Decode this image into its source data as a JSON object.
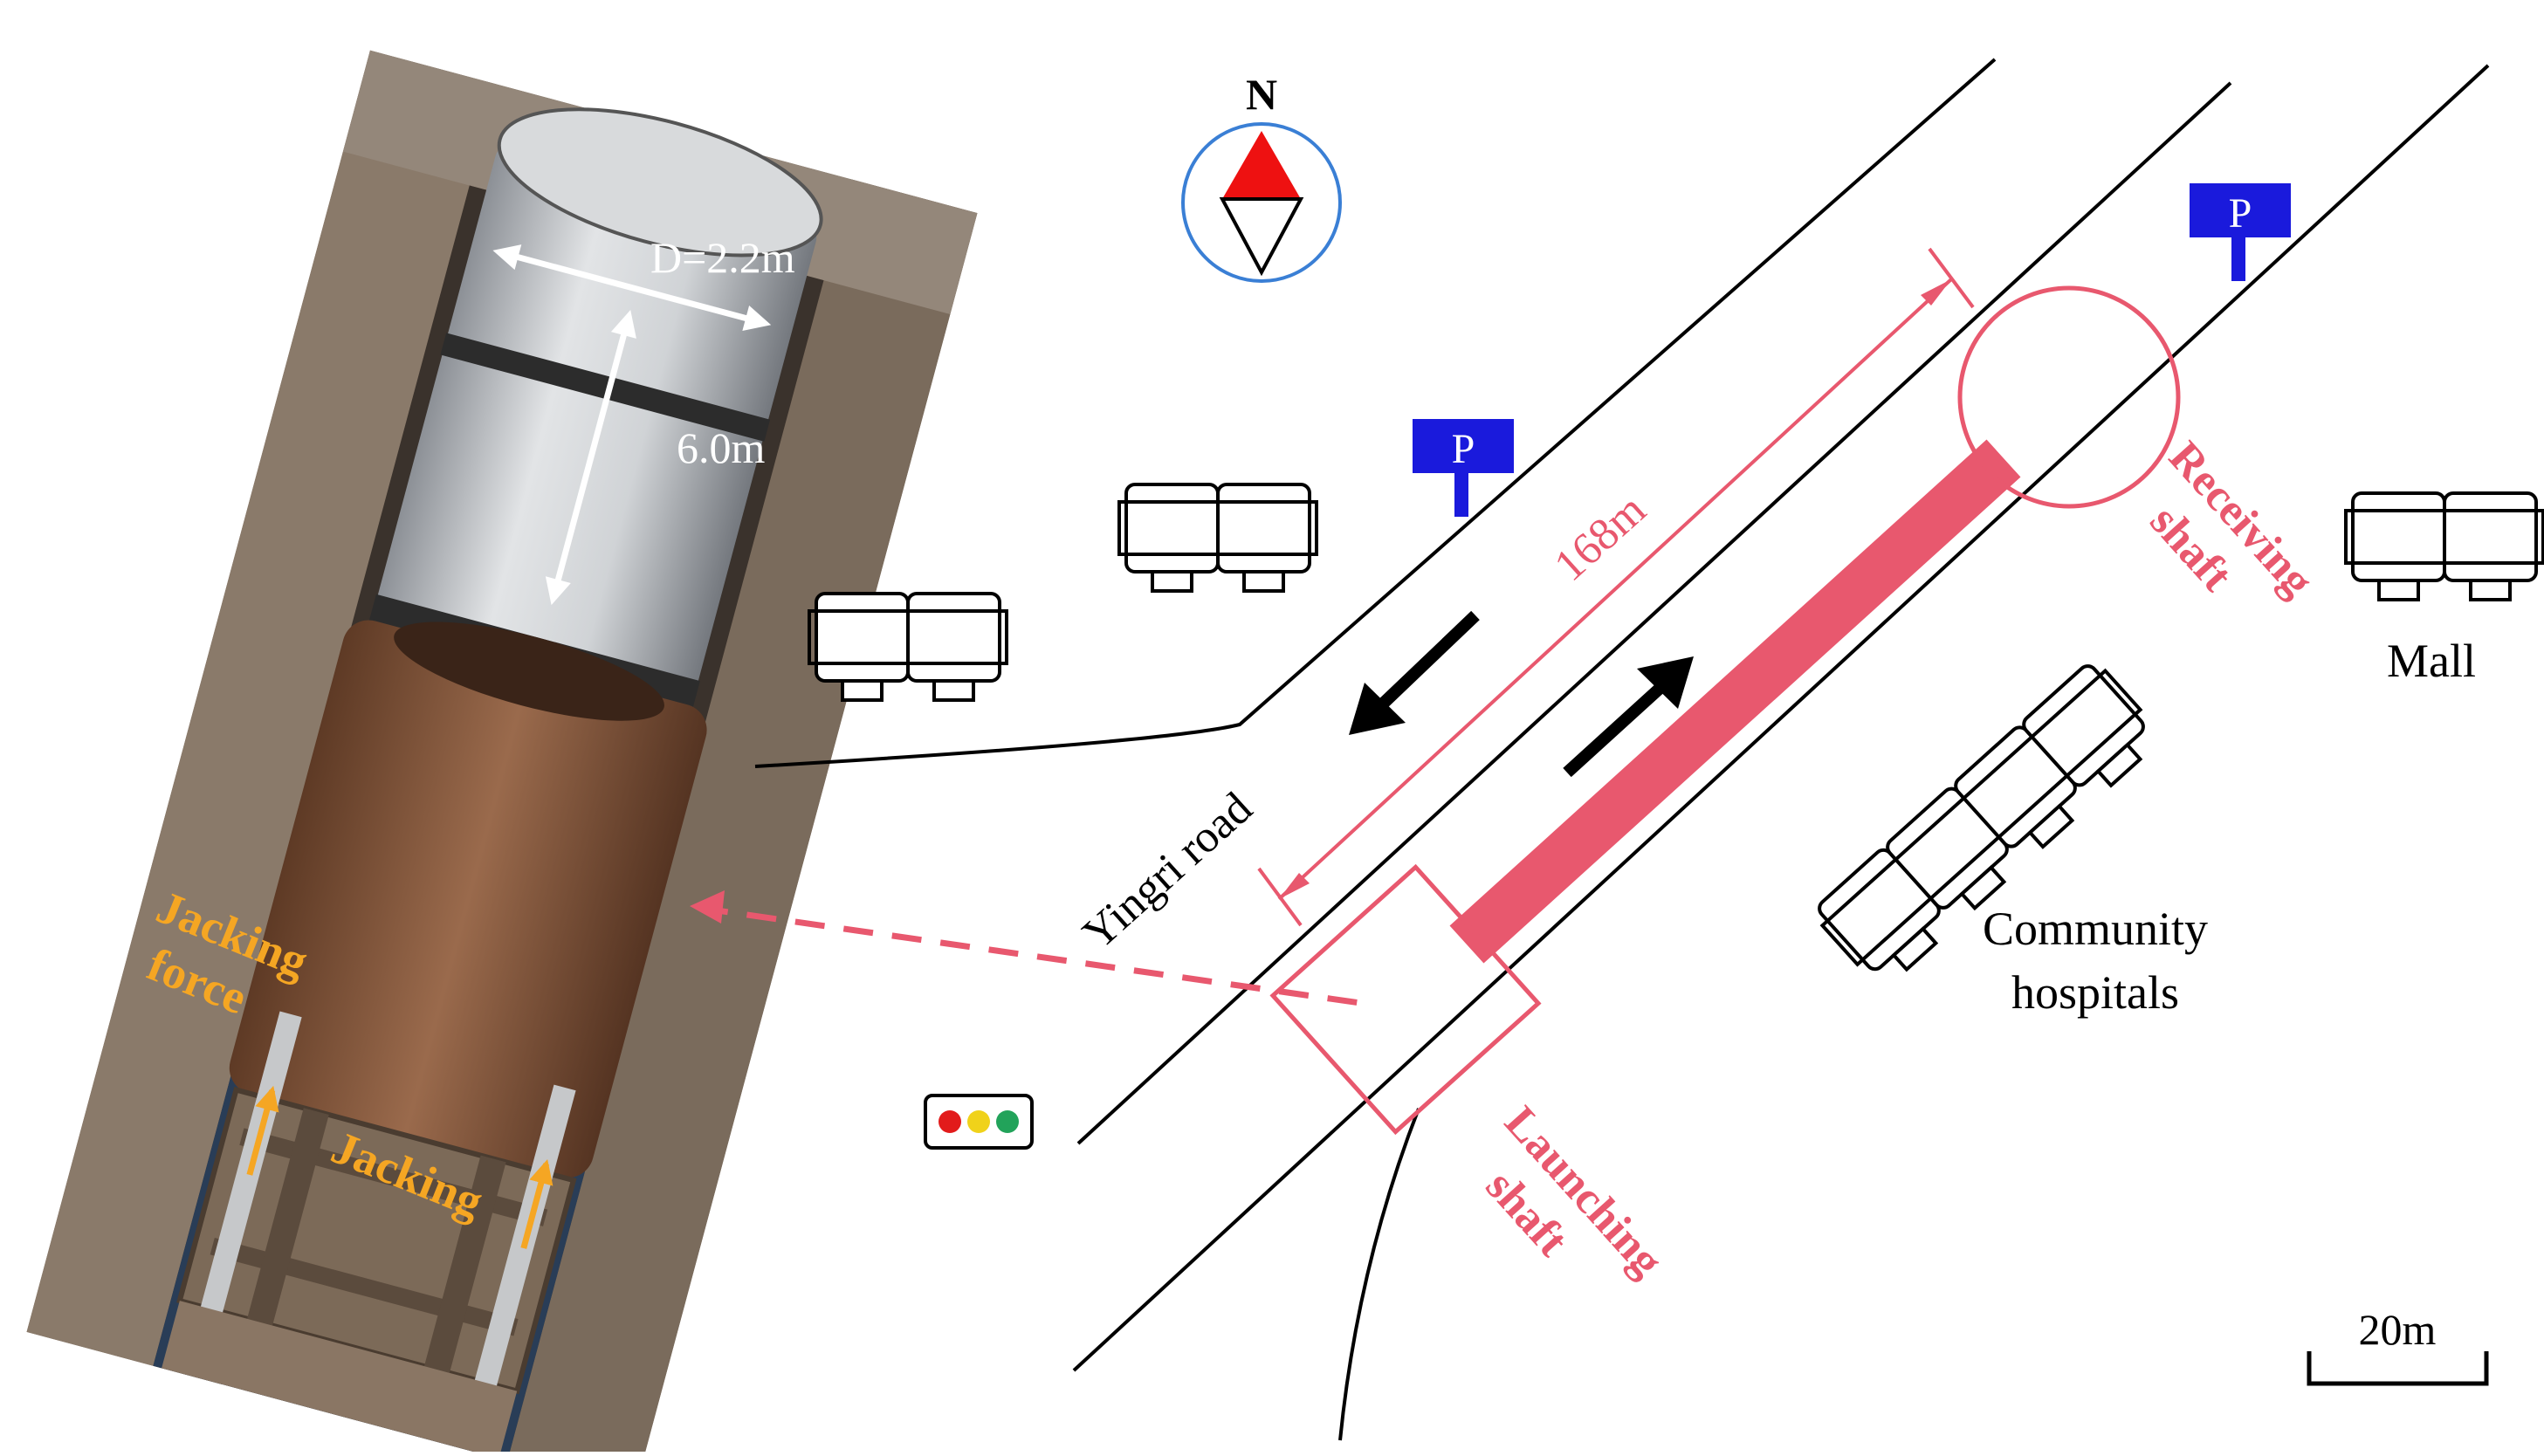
{
  "photo": {
    "diameter_label": "D=2.2m",
    "length_label": "6.0m",
    "jacking_force_line1": "Jacking",
    "jacking_force_line2": "force",
    "jacking_label": "Jacking"
  },
  "map": {
    "north_label": "N",
    "road_label": "Yingri road",
    "distance_label": "168m",
    "receiving_shaft_line1": "Receiving",
    "receiving_shaft_line2": "shaft",
    "launching_shaft_line1": "Launching",
    "launching_shaft_line2": "shaft",
    "mall_label": "Mall",
    "hospital_line1": "Community",
    "hospital_line2": "hospitals",
    "parking_label": "P",
    "scale_label": "20m"
  },
  "colors": {
    "shaft_red": "#e8586e",
    "jacking_orange": "#f5a623",
    "parking_blue": "#1a1adc",
    "compass_red": "#ee1111",
    "compass_ring": "#3a7fd5"
  }
}
